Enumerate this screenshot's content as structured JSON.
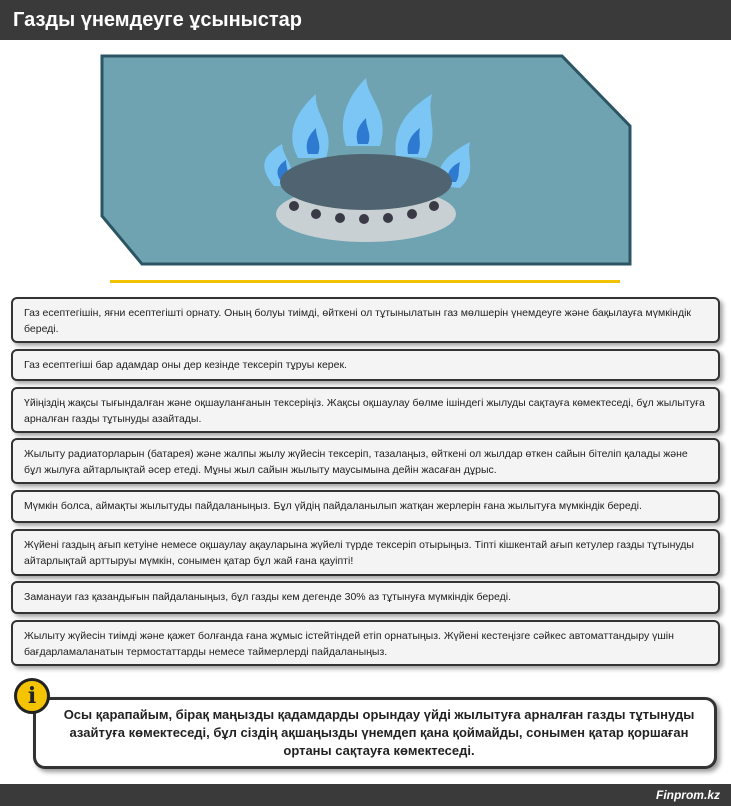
{
  "header": {
    "title": "Газды үнемдеуге ұсыныстар"
  },
  "colors": {
    "accent": "#f2c200",
    "panel": "#6fa3b1",
    "flame": "#4aa8ec",
    "bar": "#3a3a3a"
  },
  "illustration": {
    "icon": "gas-burner-icon"
  },
  "tips": [
    {
      "text": "Газ есептегішін, яғни есептегішті орнату. Оның болуы тиімді, өйткені ол тұтынылатын газ мөлшерін үнемдеуге және бақылауға мүмкіндік береді."
    },
    {
      "text": "Газ есептегіші бар адамдар оны дер кезінде тексеріп тұруы керек."
    },
    {
      "text": "Үйіңіздің жақсы тығындалған және оқшауланғанын тексеріңіз. Жақсы оқшаулау бөлме ішіндегі жылуды сақтауға көмектеседі, бұл жылытуға арналған газды тұтынуды азайтады."
    },
    {
      "text": "Жылыту радиаторларын (батарея) және жалпы жылу жүйесін тексеріп, тазалаңыз, өйткені ол жылдар өткен сайын бітеліп қалады және бұл жылуға айтарлықтай әсер етеді. Мұны жыл сайын жылыту маусымына дейін жасаған дұрыс."
    },
    {
      "text": "Мүмкін болса, аймақты жылытуды пайдаланыңыз. Бұл үйдің пайдаланылып жатқан жерлерін ғана жылытуға мүмкіндік береді."
    },
    {
      "text": "Жүйені газдың ағып кетуіне немесе оқшаулау ақауларына жүйелі түрде тексеріп отырыңыз. Тіпті кішкентай ағып кетулер газды тұтынуды айтарлықтай арттыруы мүмкін, сонымен қатар бұл жай ғана қауіпті!"
    },
    {
      "text": "Заманауи газ қазандығын пайдаланыңыз, бұл газды кем дегенде 30% аз тұтынуға мүмкіндік береді."
    },
    {
      "text": "Жылыту жүйесін тиімді және қажет болғанда ғана жұмыс істейтіндей етіп орнатыңыз. Жүйені кестеңізге сәйкес автоматтандыру үшін бағдарламаланатын термостаттарды немесе таймерлерді пайдаланыңыз."
    }
  ],
  "note": {
    "badge": "i",
    "text": "Осы қарапайым, бірақ маңызды қадамдарды орындау үйді жылытуға арналған газды тұтынуды азайтуға көмектеседі, бұл сіздің ақшаңызды үнемдеп қана қоймайды, сонымен қатар қоршаған ортаны сақтауға көмектеседі."
  },
  "footer": {
    "brand": "Finprom.kz"
  }
}
